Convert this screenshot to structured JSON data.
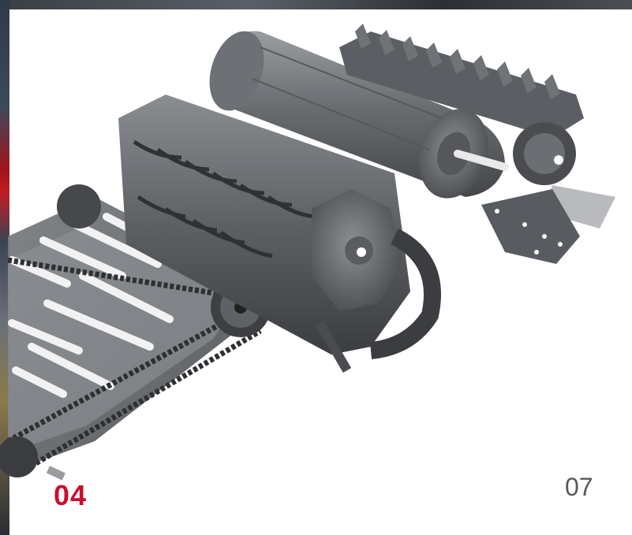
{
  "page": {
    "section_number": "04",
    "page_number": "07",
    "accent_color": "#c8102e"
  },
  "illustration": {
    "subject": "combine-feeder-and-threshing-rotor-assembly",
    "icon": "machinery-illustration"
  }
}
